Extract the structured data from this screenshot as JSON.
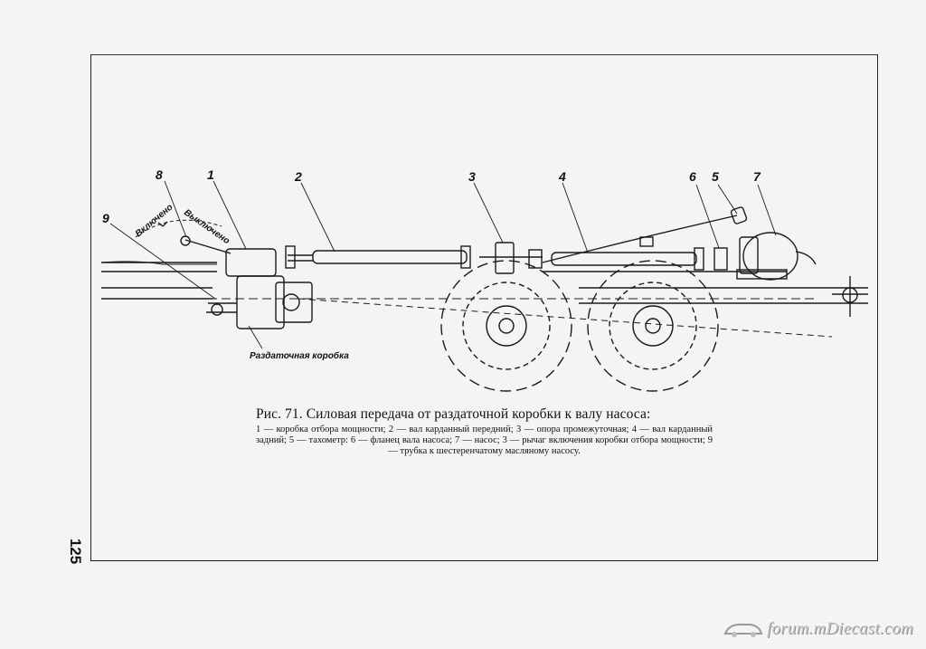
{
  "figure": {
    "callouts": [
      "8",
      "1",
      "2",
      "3",
      "4",
      "6",
      "5",
      "7",
      "9"
    ],
    "labels": {
      "on": "Включено",
      "off": "Выключено",
      "transfer_box": "Раздаточная коробка"
    }
  },
  "caption": {
    "title": "Рис. 71. Силовая передача от раздаточной коробки к валу насоса:",
    "legend_text": "1 — коробка отбора мощности; 2 — вал карданный передний; 3 — опора промежуточная; 4 — вал карданный задний; 5 — тахометр: 6 — фланец вала насоса; 7 — насос; 3 — рычаг включения коробки отбора мощности; 9 — трубка к шестеренчатому масляному насосу."
  },
  "page_number": "125",
  "watermark": "forum.mDiecast.com"
}
